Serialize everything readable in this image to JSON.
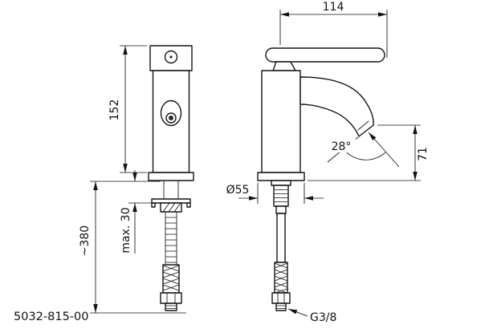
{
  "part_number": "5032-815-00",
  "dimensions": {
    "lever_length": "114",
    "body_height": "152",
    "spout_height": "71",
    "spout_angle": "28°",
    "base_diameter": "Ø55",
    "max_mount_thickness": "max. 30",
    "hose_length": "~380",
    "connection_thread": "G3/8"
  }
}
